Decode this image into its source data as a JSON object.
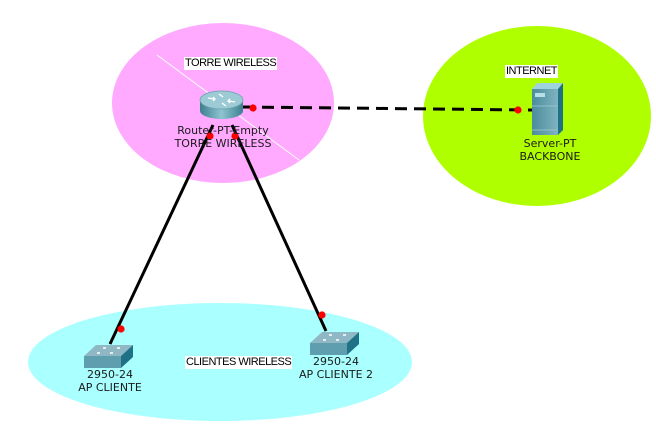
{
  "zones": [
    {
      "id": "torre",
      "label": "TORRE WIRELESS",
      "color": "#ffaaff"
    },
    {
      "id": "internet",
      "label": "INTERNET",
      "color": "#b0ff00"
    },
    {
      "id": "clientes",
      "label": "CLIENTES WIRELESS",
      "color": "#aaffff"
    }
  ],
  "devices": [
    {
      "id": "router",
      "type": "router",
      "model": "Router-PT-Empty",
      "name": "TORRE WIRELESS"
    },
    {
      "id": "server",
      "type": "server",
      "model": "Server-PT",
      "name": "BACKBONE"
    },
    {
      "id": "switch1",
      "type": "switch",
      "model": "2950-24",
      "name": "AP CLIENTE"
    },
    {
      "id": "switch2",
      "type": "switch",
      "model": "2950-24",
      "name": "AP CLIENTE 2"
    }
  ],
  "links": [
    {
      "from": "router",
      "to": "server",
      "style": "dashed"
    },
    {
      "from": "router",
      "to": "switch1",
      "style": "solid"
    },
    {
      "from": "router",
      "to": "switch2",
      "style": "solid"
    }
  ],
  "colors": {
    "link": "#000000",
    "port_dot": "#ff0000",
    "device_body": "#5f9eae",
    "device_side": "#2f7a8c"
  }
}
